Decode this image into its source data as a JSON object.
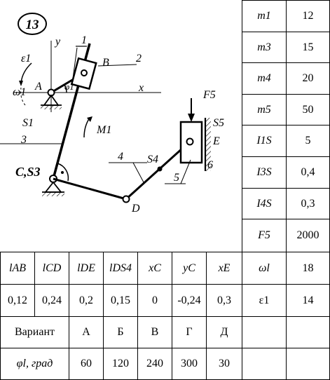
{
  "diagram": {
    "number": "13",
    "labels": {
      "y": "y",
      "one": "1",
      "B": "B",
      "two": "2",
      "eps1": "ε1",
      "A": "A",
      "phi1": "φ1",
      "x": "x",
      "omega1": "ω1",
      "S1": "S1",
      "M1": "M1",
      "three": "3",
      "F5": "F5",
      "S5": "S5",
      "E": "E",
      "four": "4",
      "S4": "S4",
      "six": "6",
      "CS3": "C,S3",
      "five": "5",
      "D": "D"
    }
  },
  "params_right": [
    {
      "name": "m1",
      "value": "12"
    },
    {
      "name": "m3",
      "value": "15"
    },
    {
      "name": "m4",
      "value": "20"
    },
    {
      "name": "m5",
      "value": "50"
    },
    {
      "name": "I1S",
      "value": "5"
    },
    {
      "name": "I3S",
      "value": "0,4"
    },
    {
      "name": "I4S",
      "value": "0,3"
    },
    {
      "name": "F5",
      "value": "2000"
    },
    {
      "name": "ωl",
      "value": "18"
    },
    {
      "name": "ε1",
      "value": "14"
    }
  ],
  "lengths_header": [
    "lAB",
    "lCD",
    "lDE",
    "lDS4",
    "xC",
    "yC",
    "xE"
  ],
  "lengths_values": [
    "0,12",
    "0,24",
    "0,2",
    "0,15",
    "0",
    "-0,24",
    "0,3"
  ],
  "variant_label": "Вариант",
  "variants": [
    "А",
    "Б",
    "В",
    "Г",
    "Д"
  ],
  "angle_label": "φl, град",
  "angles": [
    "60",
    "120",
    "240",
    "300",
    "30"
  ]
}
